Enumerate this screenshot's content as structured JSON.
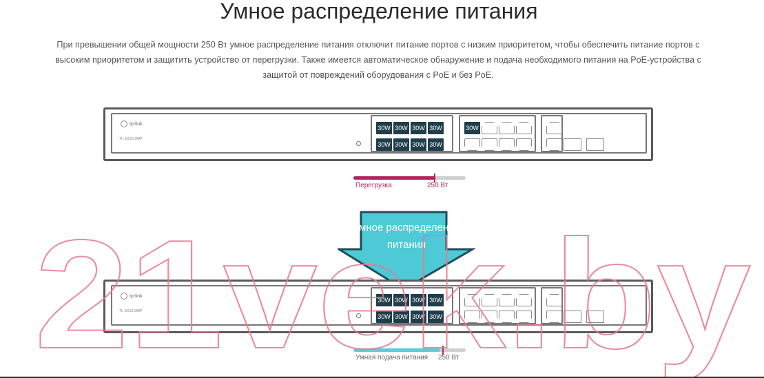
{
  "title": "Умное распределение питания",
  "description": "При превышении общей мощности 250 Вт умное распределение питания отключит питание портов с низким приоритетом, чтобы обеспечить питание портов с высоким приоритетом и защитить устройство от перегрузки. Также имеется автоматическое обнаружение и подача необходимого питания на PoE-устройства с защитой от повреждений оборудования с PoE и без PoE.",
  "switch_brand": "tp-link",
  "switch_model": "TL-SG1218MP",
  "port_label": "30W",
  "top_switch": {
    "bar_label": "Перегрузка",
    "bar_value": "250 Вт",
    "bar_fill_percent": 73,
    "bar_color": "#b3245e"
  },
  "arrow_text": "Умное распределение питания",
  "bottom_switch": {
    "bar_label": "Умная подача питания",
    "bar_value": "250 Вт",
    "bar_fill_percent": 77,
    "bar_color": "#5bcdd8",
    "tick_color": "#b3245e"
  },
  "watermark": "21vek.by",
  "colors": {
    "port_active": "#1f3d4a",
    "arrow_fill": "#4ecad6",
    "arrow_stroke": "#1f4d5a",
    "watermark": "#e8788f"
  }
}
